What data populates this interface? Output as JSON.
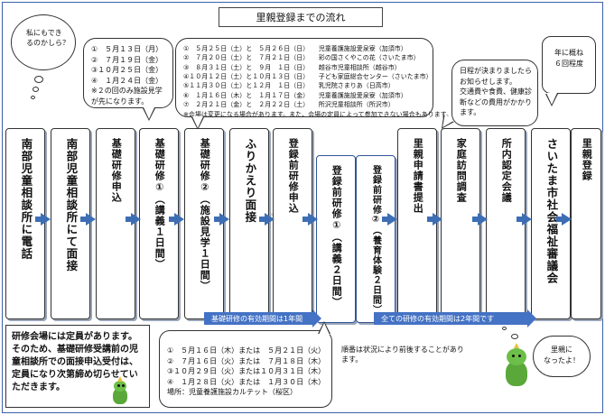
{
  "title": "里親登録までの流れ",
  "steps": [
    {
      "id": "s1",
      "label": "南部児童相談所に電話"
    },
    {
      "id": "s2",
      "label": "南部児童相談所にて面接"
    },
    {
      "id": "s3",
      "label": "基礎研修申込"
    },
    {
      "id": "s4",
      "label": "基礎研修①（講義１日間）"
    },
    {
      "id": "s5",
      "label": "基礎研修②（施設見学１日間）"
    },
    {
      "id": "s6",
      "label": "ふりかえり面接"
    },
    {
      "id": "s7",
      "label": "登録前研修申込"
    },
    {
      "id": "s8",
      "label": "登録前研修①（講義２日間）"
    },
    {
      "id": "s9",
      "label": "登録前研修②（養育体験２日間）"
    },
    {
      "id": "s10",
      "label": "里親申請書提出"
    },
    {
      "id": "s11",
      "label": "家庭訪問調査"
    },
    {
      "id": "s12",
      "label": "所内認定会議"
    },
    {
      "id": "s13",
      "label": "さいたま市社会福祉審議会"
    },
    {
      "id": "s14",
      "label": "里親登録"
    }
  ],
  "cloud_text": [
    "私にもでき",
    "るのかしら？"
  ],
  "bubble_kiso1": {
    "lines": [
      "①　５月１３日（月）",
      "②　７月１９日（金）",
      "③１０月２５日（金）",
      "④　１月２４日（金）",
      "※２の回のみ施設見学",
      "が先になります。"
    ]
  },
  "bubble_kiso2": {
    "lines": [
      "①　５月２５日（土）と　５月２６日（日）　　児童養護施設愛泉寮（加須市）",
      "②　７月２０日（土）と　７月２１日（日）　　彩の国さくやこの花（さいたま市）",
      "③　８月３１日（土）と　９月　１日（日）　　越谷市児童相談所（越谷市）",
      "④１０月１２日（土）と１０月１３日（日）　　子ども家庭総合センター（さいたま市）",
      "⑤１１月３０日（土）と１２月　１日（日）　　乳児院さまりあ（日高市）",
      "⑥　１月１６日（木）と　１月１７日（金）　　児童養護施設愛泉寮（加須市）",
      "⑦　２月２１日（金）と　２月２２日（土）　　所沢児童相談所（所沢市）",
      "※会場は変更になる場合があります。また、会場の定員によって参加できない場合もあります。"
    ]
  },
  "bubble_right": {
    "lines": [
      "日程が決まりましたら",
      "お知らせします。",
      "交通費や食費、健康診",
      "断などの費用がかかり",
      "ます。"
    ]
  },
  "bubble_shingikai": {
    "lines": [
      "年に概ね",
      "６回程度"
    ]
  },
  "band1": "基礎研修の有効期間は1年間",
  "band2": "全ての研修の有効期間は2年間です",
  "note_left": "研修会場には定員があります。そのため、基礎研修受講前の児童相談所での面接申込受付は、定員になり次第締め切らせていただきます。",
  "bubble_tourokumae": {
    "lines": [
      "①　５月１６日（木）または　５月２１日（火）",
      "②　７月１６日（火）または　７月１８日（木）",
      "③１０月２９日（火）または１０月３１日（木）",
      "④　１月２８日（火）または　１月３０日（木）",
      "場所：児童養護施設カルテット（桜区）"
    ]
  },
  "order_note": "順番は状況により前後することがあります。",
  "mascot_bubble": [
    "里親に",
    "なったよ！"
  ],
  "colors": {
    "arrow": "#3d6eb4",
    "band": "#4472c4",
    "frame": "#3a62a8"
  }
}
